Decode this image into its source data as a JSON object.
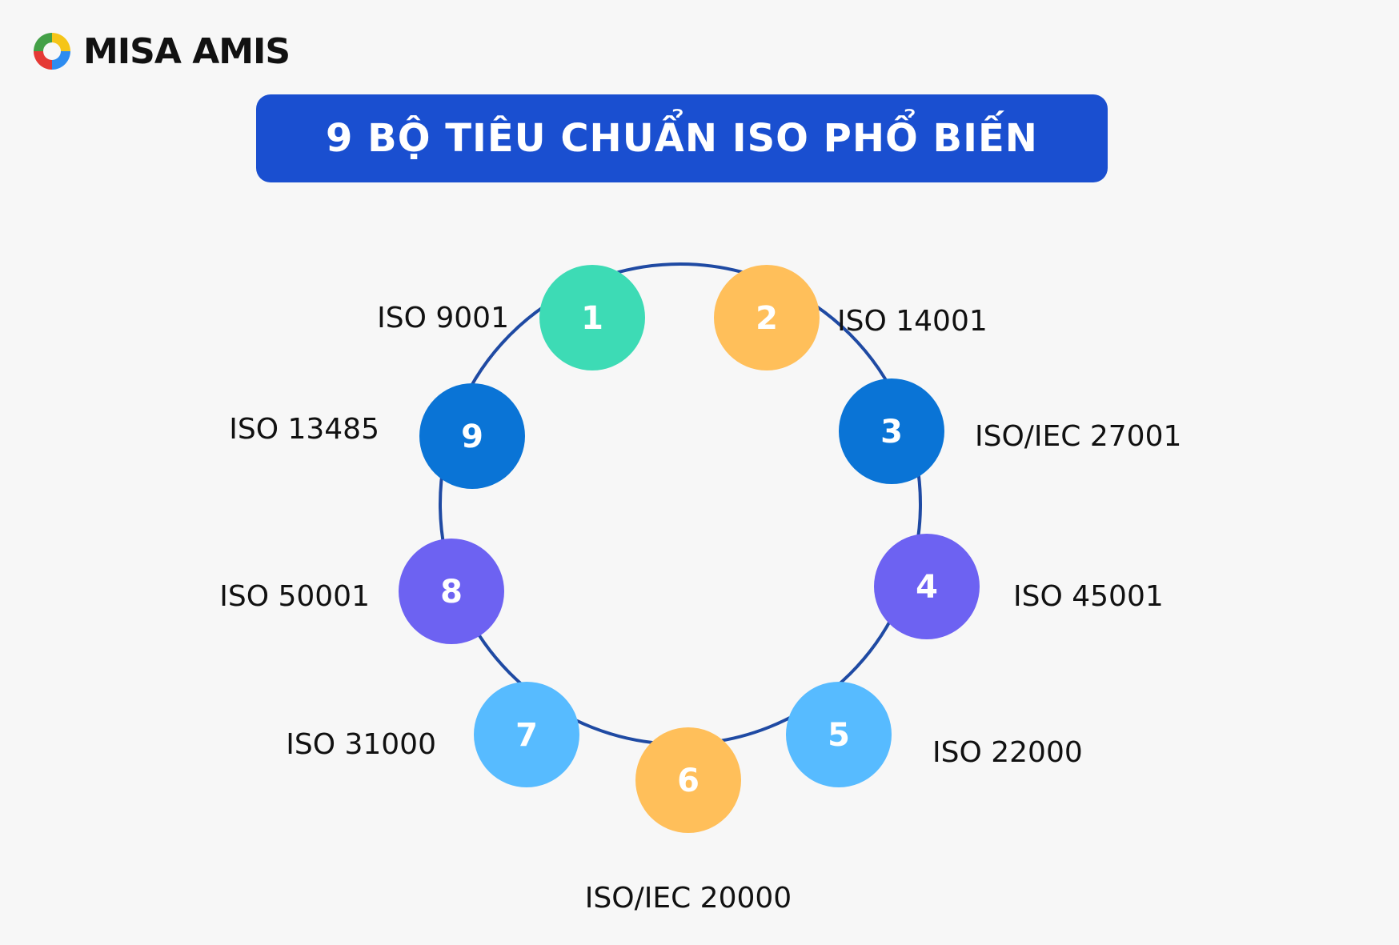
{
  "brand": {
    "name": "MISA AMIS",
    "logo_colors": [
      "#2d8cf0",
      "#f5c518",
      "#e53935",
      "#43a047"
    ]
  },
  "title": "9 BỘ TIÊU CHUẨN ISO PHỔ BIẾN",
  "colors": {
    "banner": "#1a4fd0",
    "ring": "#1f4aa3",
    "green": "#3ddbb5",
    "orange": "#ffbf5a",
    "blue": "#0a74d6",
    "purple": "#6d62f2",
    "light_blue": "#57bbff"
  },
  "nodes": [
    {
      "number": "1",
      "label": "ISO 9001",
      "color": "#3ddbb5"
    },
    {
      "number": "2",
      "label": "ISO 14001",
      "color": "#ffbf5a"
    },
    {
      "number": "3",
      "label": "ISO/IEC 27001",
      "color": "#0a74d6"
    },
    {
      "number": "4",
      "label": "ISO 45001",
      "color": "#6d62f2"
    },
    {
      "number": "5",
      "label": "ISO 22000",
      "color": "#57bbff"
    },
    {
      "number": "6",
      "label": "ISO/IEC 20000",
      "color": "#ffbf5a"
    },
    {
      "number": "7",
      "label": "ISO 31000",
      "color": "#57bbff"
    },
    {
      "number": "8",
      "label": "ISO 50001",
      "color": "#6d62f2"
    },
    {
      "number": "9",
      "label": "ISO 13485",
      "color": "#0a74d6"
    }
  ]
}
